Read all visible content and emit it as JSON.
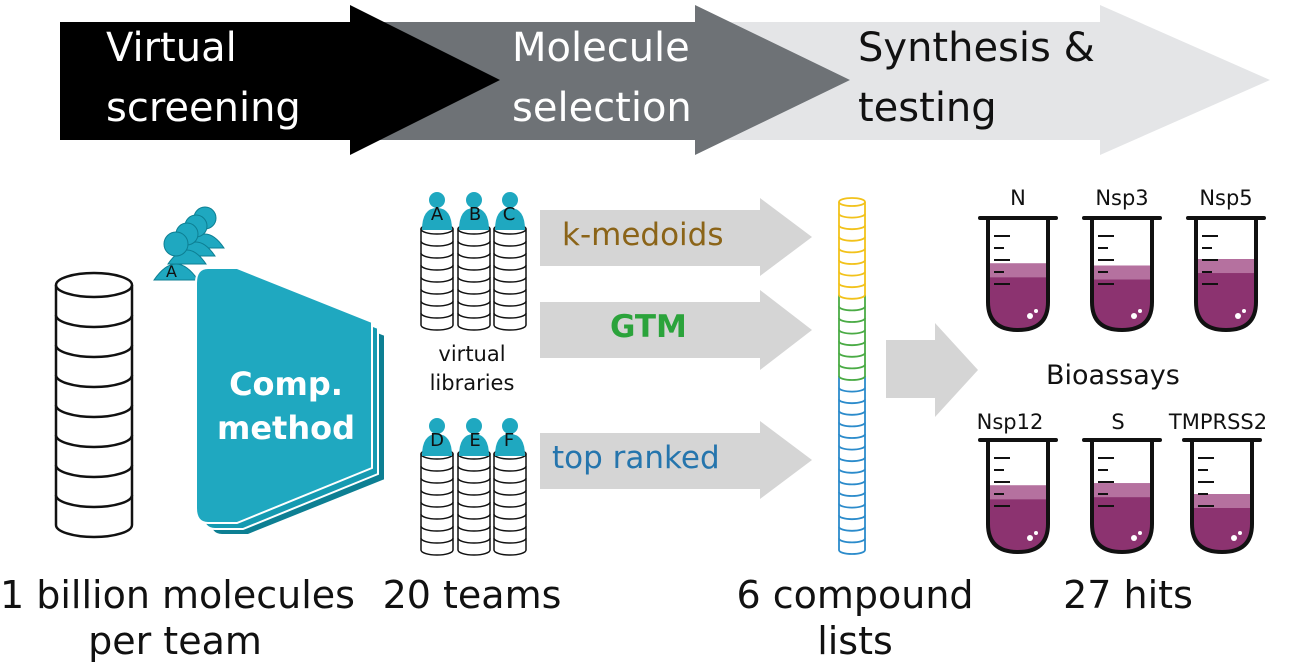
{
  "stages": [
    {
      "line1": "Virtual",
      "line2": "screening",
      "color": "#000000"
    },
    {
      "line1": "Molecule",
      "line2": "selection",
      "color": "#6e7276"
    },
    {
      "line1": "Synthesis &",
      "line2": "testing",
      "color": "#e4e5e7"
    }
  ],
  "colors": {
    "teal": "#1fa8c0",
    "teal_dark": "#0d7f93",
    "kmedoids": "#8b6418",
    "gtm": "#2ba33b",
    "topranked": "#2575ad",
    "arrow_gray": "#d5d5d5",
    "tube_liquid": "#8c3370",
    "stack_yellow": "#f2c21b",
    "stack_green": "#4aab45",
    "stack_blue": "#2b8bcb"
  },
  "method": {
    "line1": "Comp.",
    "line2": "method",
    "team_letter": "A"
  },
  "teams_top": [
    "A",
    "B",
    "C"
  ],
  "teams_bottom": [
    "D",
    "E",
    "F"
  ],
  "virtual_libraries": {
    "line1": "virtual",
    "line2": "libraries"
  },
  "selection_methods": [
    "k-medoids",
    "GTM",
    "top ranked"
  ],
  "bioassays_label": "Bioassays",
  "targets_top": [
    "N",
    "Nsp3",
    "Nsp5"
  ],
  "targets_bottom": [
    "Nsp12",
    "S",
    "TMPRSS2"
  ],
  "bottom_labels": {
    "molecules_line1": "1 billion molecules",
    "molecules_line2": "per team",
    "teams": "20 teams",
    "lists_line1": "6 compound",
    "lists_line2": "lists",
    "hits": "27  hits"
  }
}
